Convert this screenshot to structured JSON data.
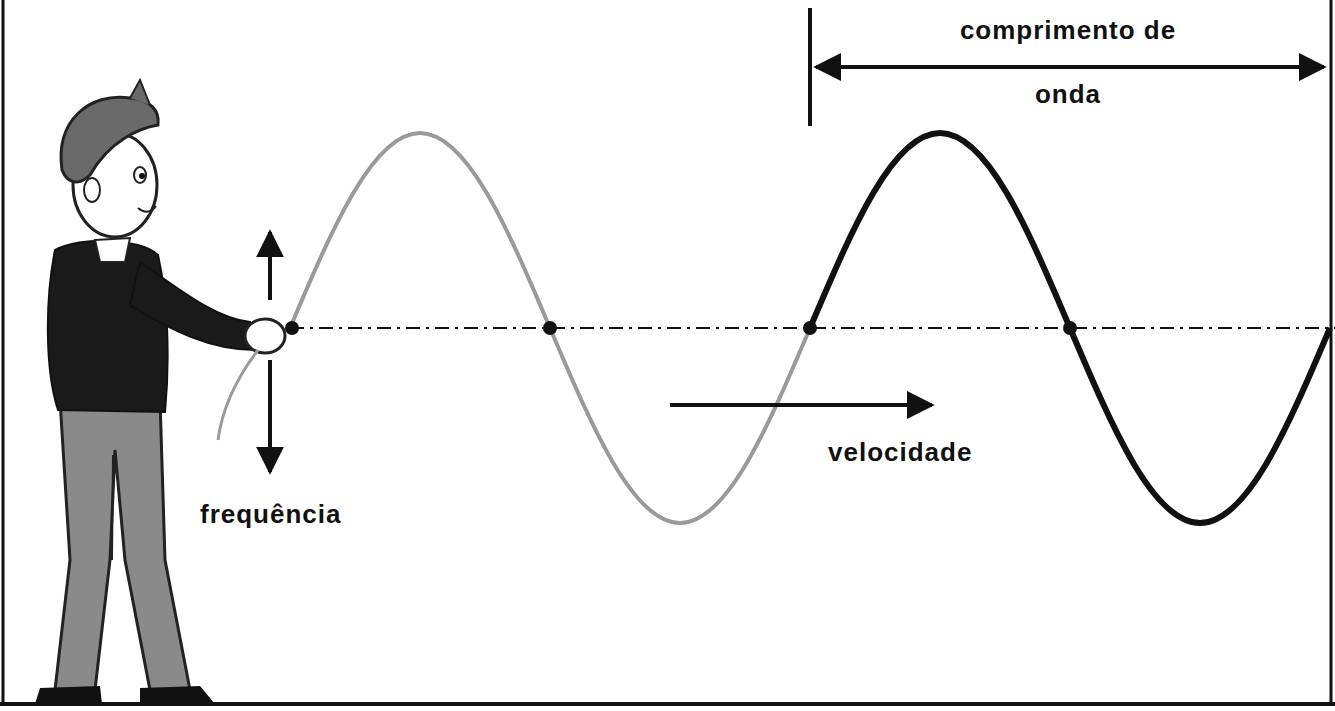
{
  "diagram": {
    "labels": [
      "comprimento de onda",
      "velocidade",
      "frequência"
    ]
  }
}
